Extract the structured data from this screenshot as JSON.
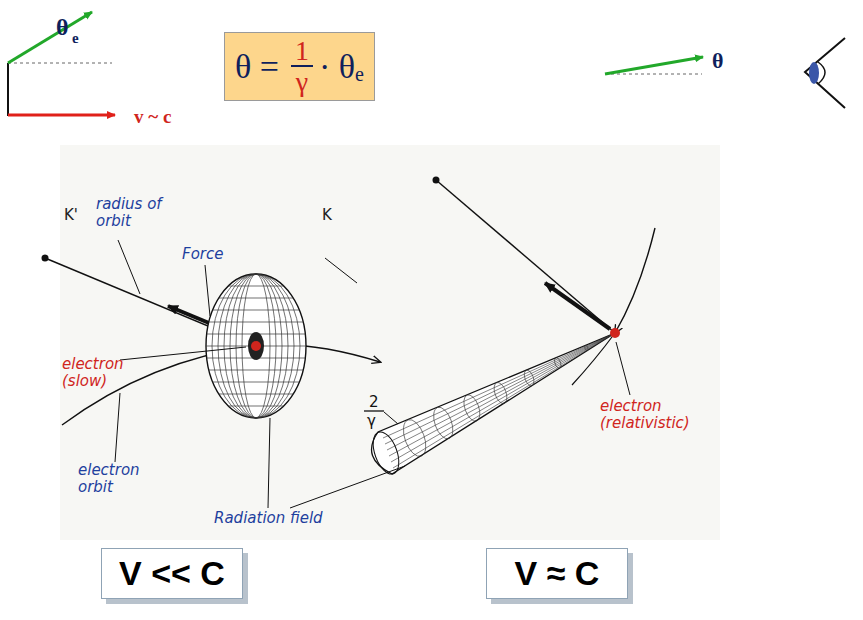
{
  "diagram": {
    "nodes": [
      {
        "text": [
          "θ =",
          "1",
          "γ",
          "· θ",
          "e"
        ]
      },
      {
        "text": [
          "V << C"
        ]
      },
      {
        "text": [
          "V ≈ C"
        ]
      }
    ],
    "labels": [
      "θ",
      "e",
      "v ~ c",
      "θ",
      "K'",
      "radius of orbit",
      "Force",
      "electron (slow)",
      "electron orbit",
      "Radiation field",
      "K",
      "2",
      "γ",
      "electron (relativistic)"
    ]
  }
}
